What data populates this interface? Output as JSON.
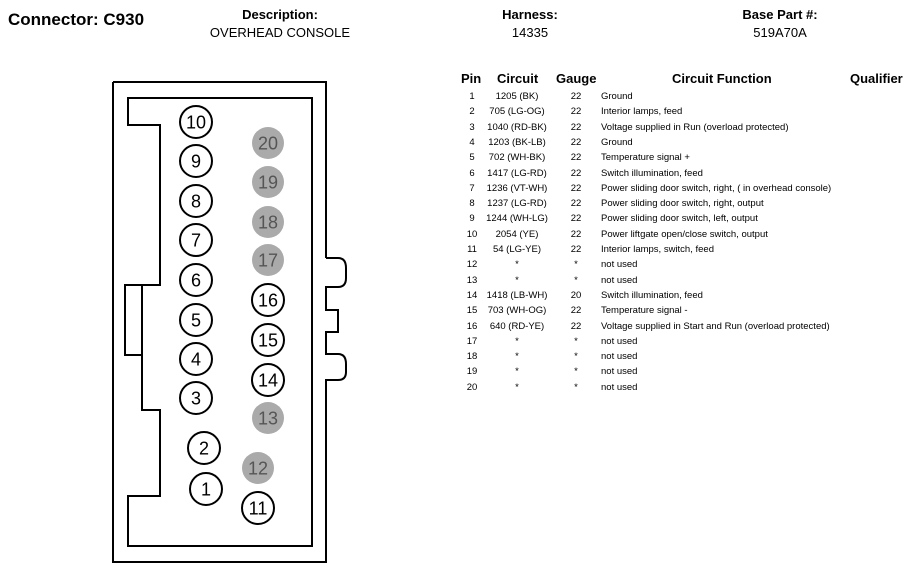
{
  "header": {
    "connector_title": "Connector: C930",
    "description_label": "Description:",
    "description_value": "OVERHEAD CONSOLE",
    "harness_label": "Harness:",
    "harness_value": "14335",
    "base_part_label": "Base Part #:",
    "base_part_value": "519A70A"
  },
  "table": {
    "columns": [
      "Pin",
      "Circuit",
      "Gauge",
      "Circuit Function",
      "Qualifier"
    ],
    "rows": [
      {
        "pin": "1",
        "circuit": "1205 (BK)",
        "gauge": "22",
        "function": "Ground"
      },
      {
        "pin": "2",
        "circuit": "705 (LG-OG)",
        "gauge": "22",
        "function": "Interior lamps, feed"
      },
      {
        "pin": "3",
        "circuit": "1040 (RD-BK)",
        "gauge": "22",
        "function": "Voltage supplied in Run (overload protected)"
      },
      {
        "pin": "4",
        "circuit": "1203 (BK-LB)",
        "gauge": "22",
        "function": "Ground"
      },
      {
        "pin": "5",
        "circuit": "702 (WH-BK)",
        "gauge": "22",
        "function": "Temperature signal +"
      },
      {
        "pin": "6",
        "circuit": "1417 (LG-RD)",
        "gauge": "22",
        "function": "Switch illumination, feed"
      },
      {
        "pin": "7",
        "circuit": "1236 (VT-WH)",
        "gauge": "22",
        "function": "Power sliding door switch, right, ( in overhead console)"
      },
      {
        "pin": "8",
        "circuit": "1237 (LG-RD)",
        "gauge": "22",
        "function": "Power sliding door switch, right, output"
      },
      {
        "pin": "9",
        "circuit": "1244 (WH-LG)",
        "gauge": "22",
        "function": "Power sliding door switch, left, output"
      },
      {
        "pin": "10",
        "circuit": "2054 (YE)",
        "gauge": "22",
        "function": "Power liftgate open/close switch, output"
      },
      {
        "pin": "11",
        "circuit": "54 (LG-YE)",
        "gauge": "22",
        "function": "Interior lamps, switch, feed"
      },
      {
        "pin": "12",
        "circuit": "*",
        "gauge": "*",
        "function": "not used"
      },
      {
        "pin": "13",
        "circuit": "*",
        "gauge": "*",
        "function": "not used"
      },
      {
        "pin": "14",
        "circuit": "1418 (LB-WH)",
        "gauge": "20",
        "function": "Switch illumination, feed"
      },
      {
        "pin": "15",
        "circuit": "703 (WH-OG)",
        "gauge": "22",
        "function": "Temperature signal -"
      },
      {
        "pin": "16",
        "circuit": "640 (RD-YE)",
        "gauge": "22",
        "function": "Voltage supplied in Start and Run (overload protected)"
      },
      {
        "pin": "17",
        "circuit": "*",
        "gauge": "*",
        "function": "not used"
      },
      {
        "pin": "18",
        "circuit": "*",
        "gauge": "*",
        "function": "not used"
      },
      {
        "pin": "19",
        "circuit": "*",
        "gauge": "*",
        "function": "not used"
      },
      {
        "pin": "20",
        "circuit": "*",
        "gauge": "*",
        "function": "not used"
      }
    ]
  },
  "connector_pins": [
    {
      "label": "10",
      "used": true
    },
    {
      "label": "9",
      "used": true
    },
    {
      "label": "8",
      "used": true
    },
    {
      "label": "7",
      "used": true
    },
    {
      "label": "6",
      "used": true
    },
    {
      "label": "5",
      "used": true
    },
    {
      "label": "4",
      "used": true
    },
    {
      "label": "3",
      "used": true
    },
    {
      "label": "2",
      "used": true
    },
    {
      "label": "1",
      "used": true
    },
    {
      "label": "20",
      "used": false
    },
    {
      "label": "19",
      "used": false
    },
    {
      "label": "18",
      "used": false
    },
    {
      "label": "17",
      "used": false
    },
    {
      "label": "16",
      "used": true
    },
    {
      "label": "15",
      "used": true
    },
    {
      "label": "14",
      "used": true
    },
    {
      "label": "13",
      "used": false
    },
    {
      "label": "12",
      "used": false
    },
    {
      "label": "11",
      "used": true
    }
  ],
  "colors": {
    "unused_pin_fill": "#aaaaaa",
    "line": "#000000"
  }
}
